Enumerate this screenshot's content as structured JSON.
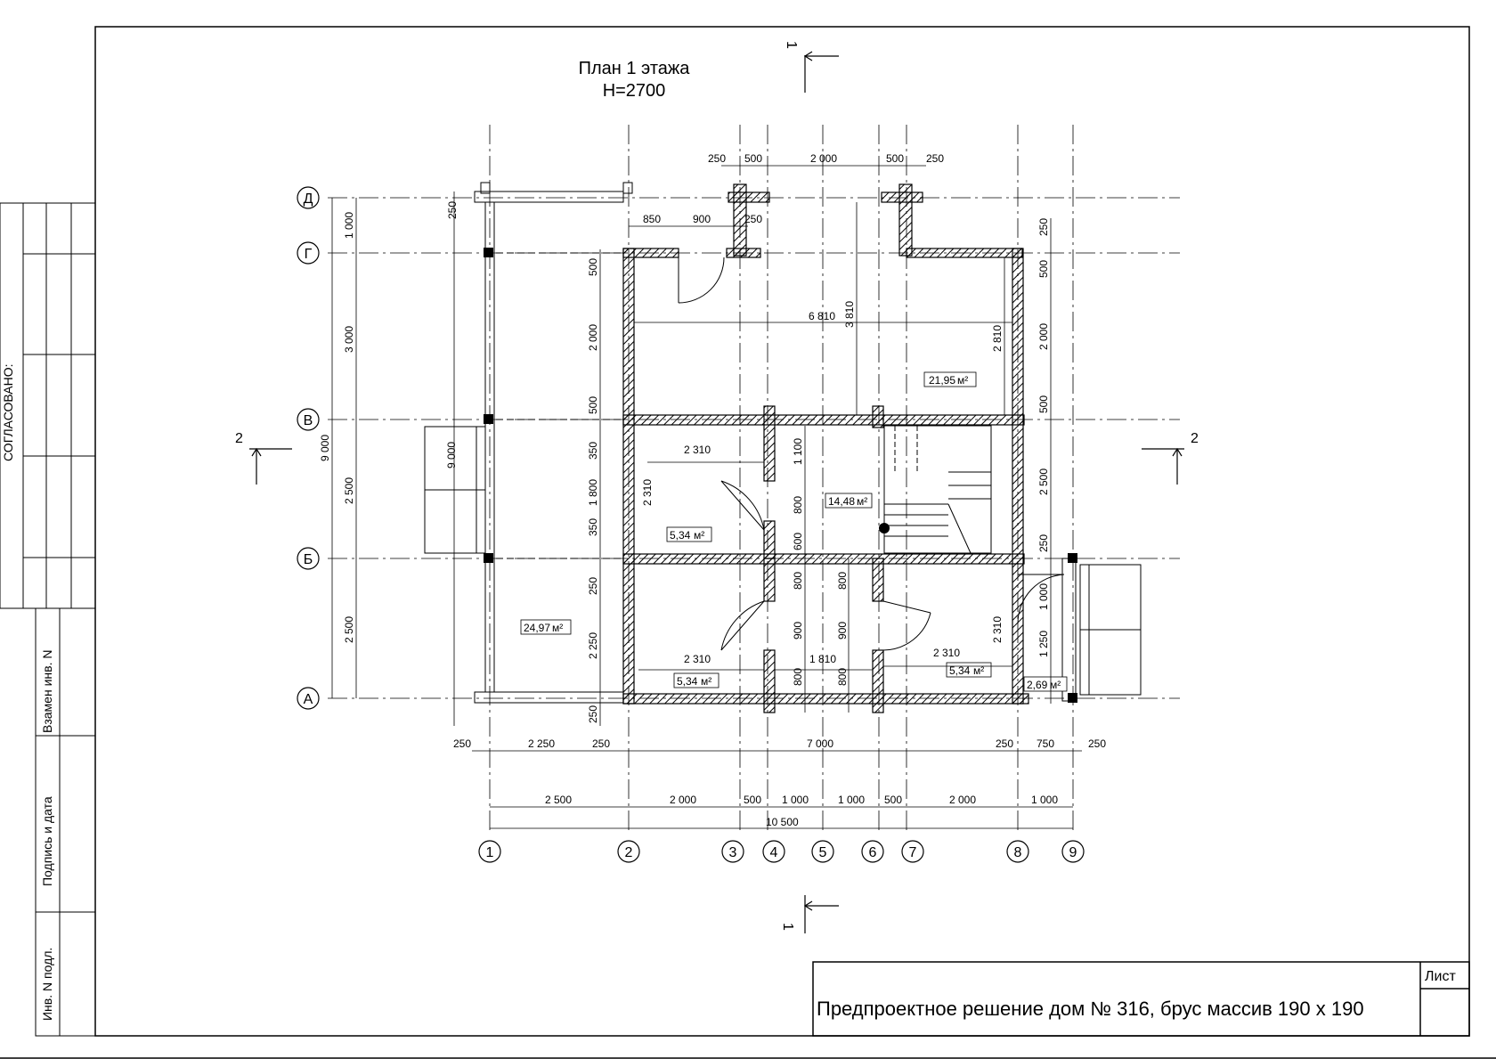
{
  "plan": {
    "title": "План 1 этажа",
    "height_label": "H=2700"
  },
  "sections": {
    "s1_top": "1",
    "s1_bottom": "1",
    "s2_left": "2",
    "s2_right": "2"
  },
  "side_labels": {
    "agreed": "СОГЛАСОВАНО:",
    "replace_inv": "Взамен инв. N",
    "sign_date": "Подпись и дата",
    "inv_orig": "Инв. N подл."
  },
  "title_block": {
    "sheet_label": "Лист",
    "description": "Предпроектное решение дом № 316, брус массив 190 х 190"
  },
  "axes": {
    "vertical": [
      "1",
      "2",
      "3",
      "4",
      "5",
      "6",
      "7",
      "8",
      "9"
    ],
    "horizontal": [
      "Д",
      "Г",
      "В",
      "Б",
      "А"
    ]
  },
  "rooms": [
    {
      "area": "21,95",
      "unit": "м²"
    },
    {
      "area": "14,48",
      "unit": "м²"
    },
    {
      "area": "5,34",
      "unit": "м²"
    },
    {
      "area": "24,97",
      "unit": "м²"
    },
    {
      "area": "5,34",
      "unit": "м²"
    },
    {
      "area": "5,34",
      "unit": "м²"
    },
    {
      "area": "2,69",
      "unit": "м²"
    }
  ],
  "dims": {
    "top": [
      "250",
      "500",
      "2 000",
      "500",
      "250"
    ],
    "inner_top": [
      "850",
      "900",
      "250"
    ],
    "room_length": "6 810",
    "room_depth": "3 810",
    "room_depth2": "2 810",
    "bottom_row1": [
      "250",
      "2 250",
      "250",
      "7 000",
      "250",
      "750",
      "250"
    ],
    "bottom_row2": [
      "2 500",
      "2 000",
      "500",
      "1 000",
      "1 000",
      "500",
      "2 000",
      "1 000"
    ],
    "bottom_total": "10 500",
    "left_outer_total": "9 000",
    "left_outer": [
      "1 000",
      "3 000",
      "2 500",
      "2 500"
    ],
    "left_inner": [
      "250",
      "500",
      "2 000",
      "500",
      "350",
      "1 800",
      "350",
      "250",
      "2 250",
      "250"
    ],
    "porch_left": "9 000",
    "right": [
      "250",
      "500",
      "2 000",
      "500",
      "2 500",
      "250",
      "1 000",
      "1 250"
    ],
    "center": [
      "2 310",
      "2 310",
      "1 100",
      "800",
      "600",
      "800",
      "800",
      "900",
      "900",
      "800",
      "800",
      "2 310",
      "1 810",
      "2 310",
      "2 310"
    ]
  }
}
